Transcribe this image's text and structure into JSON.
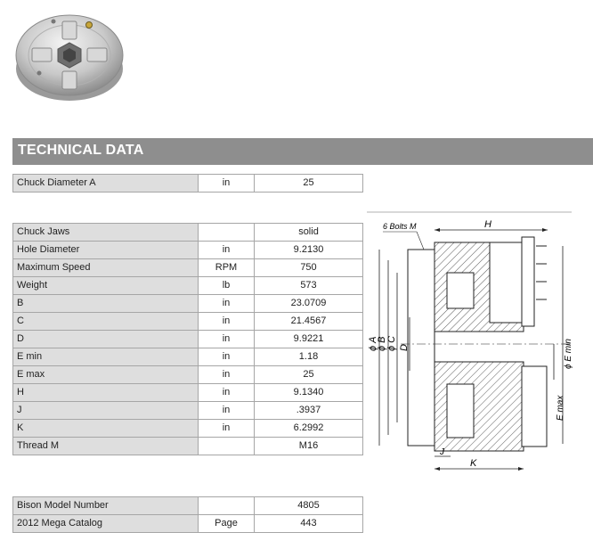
{
  "section_title": "TECHNICAL DATA",
  "table_diameter": [
    {
      "label": "Chuck Diameter A",
      "unit": "in",
      "value": "25"
    }
  ],
  "table_specs": [
    {
      "label": "Chuck Jaws",
      "unit": "",
      "value": "solid"
    },
    {
      "label": "Hole Diameter",
      "unit": "in",
      "value": "9.2130"
    },
    {
      "label": "Maximum Speed",
      "unit": "RPM",
      "value": "750"
    },
    {
      "label": "Weight",
      "unit": "lb",
      "value": "573"
    },
    {
      "label": "B",
      "unit": "in",
      "value": "23.0709"
    },
    {
      "label": "C",
      "unit": "in",
      "value": "21.4567"
    },
    {
      "label": "D",
      "unit": "in",
      "value": "9.9221"
    },
    {
      "label": "E min",
      "unit": "in",
      "value": "1.18"
    },
    {
      "label": "E max",
      "unit": "in",
      "value": "25"
    },
    {
      "label": "H",
      "unit": "in",
      "value": "9.1340"
    },
    {
      "label": "J",
      "unit": "in",
      "value": ".3937"
    },
    {
      "label": "K",
      "unit": "in",
      "value": "6.2992"
    },
    {
      "label": "Thread M",
      "unit": "",
      "value": "M16"
    }
  ],
  "table_model": [
    {
      "label": "Bison Model Number",
      "unit": "",
      "value": "4805"
    },
    {
      "label": "2012 Mega Catalog",
      "unit": "Page",
      "value": "443"
    }
  ],
  "drawing": {
    "bolts_label": "6 Bolts M",
    "h_label": "H",
    "a_label": "ϕ A",
    "b_label": "ϕ B",
    "c_label": "ϕ C",
    "d_label": "D",
    "emin_label": "ϕ E min",
    "emax_label": "E max",
    "j_label": "J",
    "k_label": "K"
  }
}
